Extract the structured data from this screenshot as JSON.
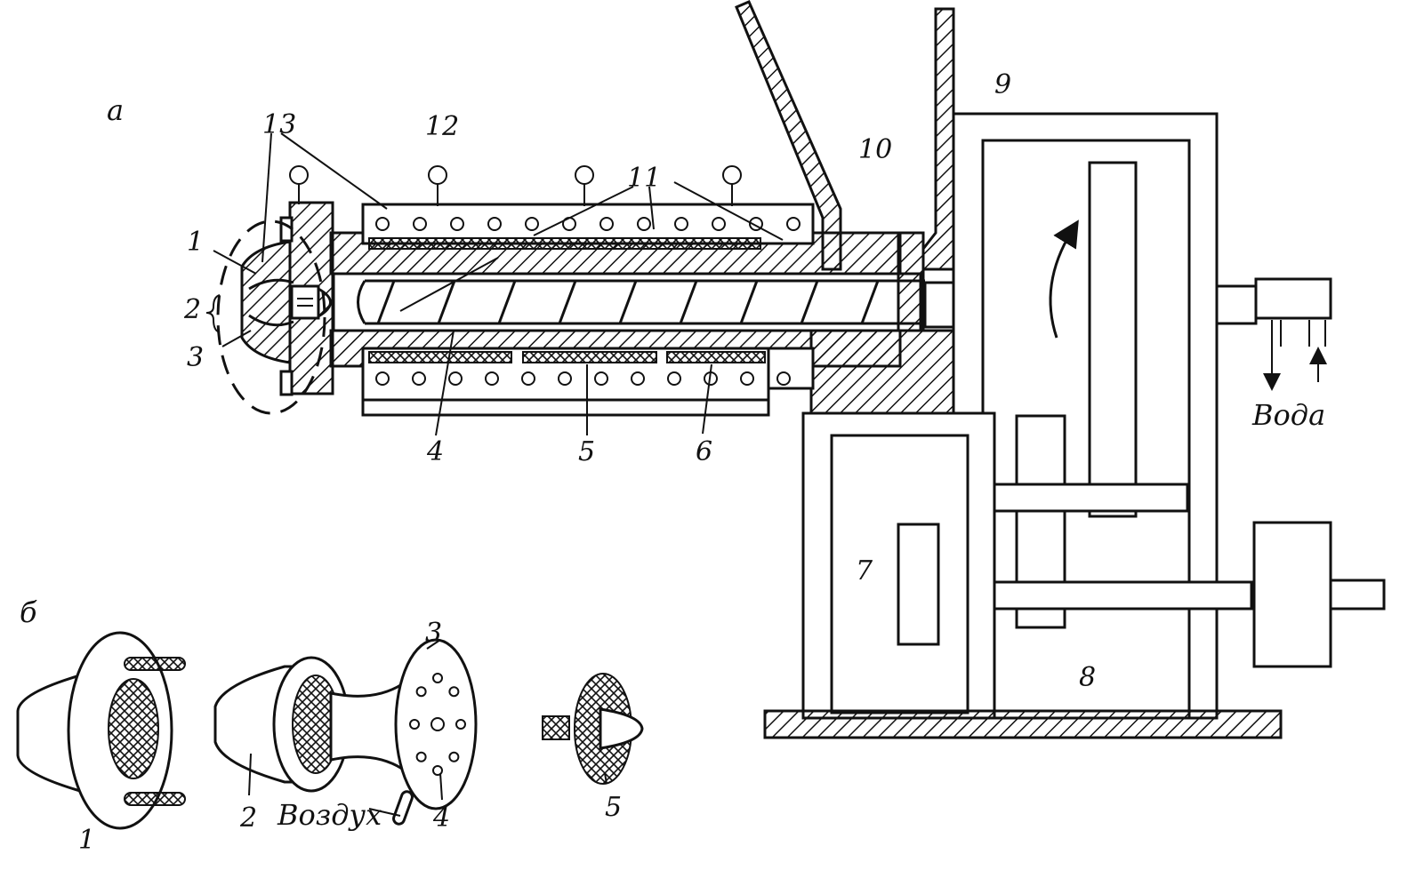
{
  "figure": {
    "part_a": "а",
    "part_b": "б"
  },
  "callouts_a": {
    "c1": "1",
    "c2": "2",
    "c3": "3",
    "c4": "4",
    "c5": "5",
    "c6": "6",
    "c7": "7",
    "c8": "8",
    "c9": "9",
    "c10": "10",
    "c11": "11",
    "c12": "12",
    "c13": "13"
  },
  "callouts_b": {
    "c1": "1",
    "c2": "2",
    "c3": "3",
    "c4": "4",
    "c5": "5"
  },
  "annotations": {
    "water": "Вода",
    "air": "Воздух"
  }
}
